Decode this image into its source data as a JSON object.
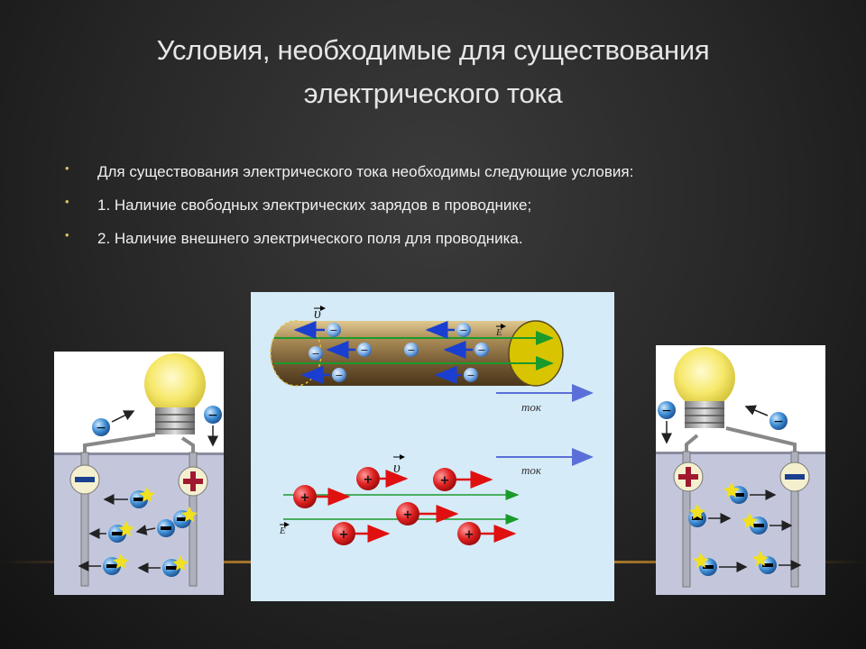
{
  "slide": {
    "title_line1": "Условия, необходимые для существования",
    "title_line2": "электрического тока",
    "bullets": [
      "Для существования электрического тока необходимы следующие условия:",
      "1. Наличие свободных электрических зарядов в проводнике;",
      "2. Наличие внешнего электрического поля для проводника."
    ]
  },
  "figure": {
    "velocity_symbol": "υ",
    "field_symbol": "E",
    "current_label": "ток",
    "electron_sign": "−",
    "ion_sign": "+"
  },
  "colors": {
    "background": "#262626",
    "accent_bullet": "#d9c26a",
    "field_line": "#1a9a2a",
    "electron_arrow": "#1a3fd0",
    "ion_arrow": "#e01010",
    "current_arrow": "#5a6fd8"
  }
}
